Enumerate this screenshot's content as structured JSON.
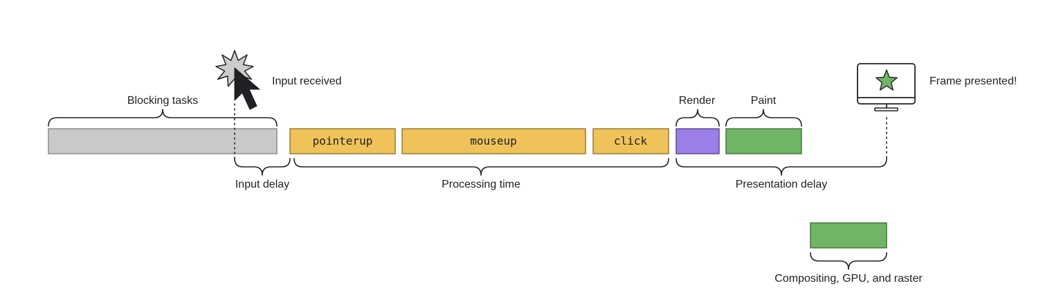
{
  "labels": {
    "blocking_tasks": "Blocking tasks",
    "input_received": "Input received",
    "render": "Render",
    "paint": "Paint",
    "frame_presented": "Frame presented!",
    "input_delay": "Input delay",
    "processing_time": "Processing time",
    "presentation_delay": "Presentation delay",
    "compositing": "Compositing, GPU, and raster"
  },
  "tasks": {
    "pointerup": "pointerup",
    "mouseup": "mouseup",
    "click": "click"
  },
  "colors": {
    "blocking": "#c9c9c9",
    "event": "#f0c35a",
    "render": "#9b7fe6",
    "paint": "#72b466",
    "stroke": "#7a7a7a",
    "ink": "#202124"
  },
  "icons": {
    "cursor": "mouse-cursor-icon",
    "burst": "click-burst-icon",
    "monitor": "monitor-icon",
    "star": "star-icon"
  }
}
